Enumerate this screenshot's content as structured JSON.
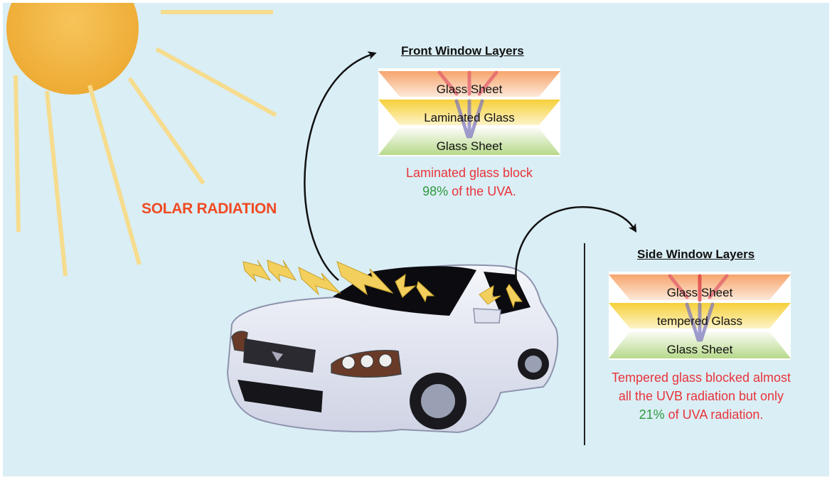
{
  "solar_label": "SOLAR RADIATION",
  "front": {
    "title": "Front Window Layers",
    "layers": [
      "Glass Sheet",
      "Laminated Glass",
      "Glass Sheet"
    ],
    "caption_line1": "Laminated glass block",
    "caption_pct": "98%",
    "caption_rest": " of the UVA."
  },
  "side": {
    "title": "Side Window Layers",
    "layers": [
      "Glass Sheet",
      "tempered Glass",
      "Glass Sheet"
    ],
    "caption_line1": "Tempered glass blocked almost",
    "caption_line2": "all the UVB radiation but only",
    "caption_pct": "21%",
    "caption_rest": " of UVA radiation."
  },
  "colors": {
    "background": "#daeef5",
    "sun": "#f2b33a",
    "rays": "#f6dc8e",
    "glass_sheet_top": "#f4a06a",
    "middle_layer": "#f7d23e",
    "glass_sheet_bottom": "#b6d98a",
    "caption_red": "#e8343b",
    "caption_green": "#2e9a3e",
    "solar_text": "#f04a23"
  }
}
